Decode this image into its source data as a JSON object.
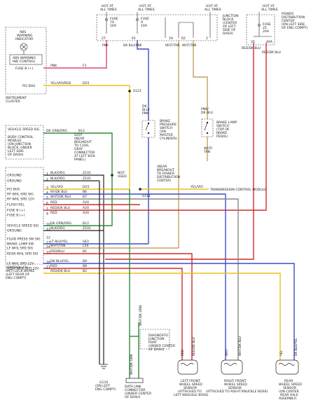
{
  "fuse_boxes": {
    "junction": {
      "hot1": [
        "HOT AT",
        "ALL TIMES"
      ],
      "hot2": [
        "HOT AT",
        "ALL TIMES"
      ],
      "hot3": [
        "HOT AT",
        "ALL TIMES"
      ],
      "label": [
        "JUNCTION",
        "BLOCK",
        "(CENTER",
        "OF LEFT",
        "SIDE OF",
        "DASH)"
      ],
      "fuse_a": [
        "FUSE",
        "7A",
        "10A"
      ],
      "fuse_b": [
        "FUSE",
        "9",
        "10A"
      ],
      "pins": [
        "27",
        "61",
        "19",
        "62",
        "2"
      ]
    },
    "pdc": {
      "hot": [
        "HOT AT",
        "ALL TIMES"
      ],
      "label": [
        "POWER",
        "DISTRIBUTION",
        "CENTER",
        "(ON LEFT SIDE",
        "OF ENG COMPT)"
      ],
      "fuse": [
        "FUSE",
        "25",
        "20A"
      ],
      "pins": [
        "20",
        "40A"
      ]
    }
  },
  "cluster": {
    "abs_label": [
      "ABS",
      "WARNING",
      "INDICATOR"
    ],
    "warn_ctrl": [
      "ABS WARNING",
      "IND CONTROL"
    ],
    "fuse_b": "FUSE B (+)",
    "pci_bus": "PCI BUS",
    "name": [
      "INSTRUMENT",
      "CLUSTER"
    ]
  },
  "bcm": {
    "vss": "VEHICLE SPEED SIG",
    "name": [
      "BODY CONTROL",
      "MODULE",
      "(ON JUNCTION",
      "BLOCK, UNDER",
      "LEFT SIDE",
      "OF DASH)"
    ]
  },
  "cab": {
    "pins": [
      {
        "label": "GROUND",
        "pin": "1"
      },
      {
        "label": "GROUND",
        "pin": "2"
      },
      {
        "label": "PCI BUS",
        "pin": "3"
      },
      {
        "label": "RF WHL SPD SIG",
        "pin": "4"
      },
      {
        "label": "RF WHL SPD 12V",
        "pin": "5"
      },
      {
        "label": "FLASH REL",
        "pin": "6"
      },
      {
        "label": "FUSE B (+)",
        "pin": "7"
      },
      {
        "label": "FUSE B (+)",
        "pin": "8"
      },
      {
        "label": "VEHICLE SPEED SIG",
        "pin": "10"
      },
      {
        "label": "GROUND",
        "pin": "11"
      },
      {
        "label": "FLUID PRESS SW SIG",
        "pin": "12"
      },
      {
        "label": "BRAKE LAMP SW",
        "pin": "13"
      },
      {
        "label": "LF WHL SPD SIG",
        "pin": "14"
      },
      {
        "label": "REAR WHL SPD SIG",
        "pin": "15"
      },
      {
        "label": "LF WHL SPD 12V",
        "pin": "16"
      },
      {
        "label": "REAR WHL SPD 12V",
        "pin": "17"
      }
    ],
    "name": [
      "CONTROLLER",
      "ANTI-LOCK BRAKE",
      "(LEFT REAR OF",
      "ENG COMPT)"
    ]
  },
  "wires": [
    {
      "color": "PNK",
      "circuit": "F1"
    },
    {
      "color": "YEL/VIO/RED",
      "circuit": "D25"
    },
    {
      "color": "DK GRN/ORG",
      "circuit": "B12"
    },
    {
      "color": "BLK/ORG",
      "circuit": "Z101"
    },
    {
      "color": "BLK/ORG",
      "circuit": "Z101"
    },
    {
      "color": "YEL/VIO",
      "circuit": "D25"
    },
    {
      "color": "RF/DK BLU",
      "circuit": "B6"
    },
    {
      "color": "WHT/DK BLU",
      "circuit": "B7"
    },
    {
      "color": "RED",
      "circuit": "A20"
    },
    {
      "color": "RED/DK BLU",
      "circuit": "A20"
    },
    {
      "color": "RED",
      "circuit": "A20"
    },
    {
      "color": "DK GRN/ORG",
      "circuit": "B12"
    },
    {
      "color": "BLK/ORG",
      "circuit": "Z101"
    },
    {
      "color": "LT BLU/YEL",
      "circuit": "S43"
    },
    {
      "color": "WHT/TAN",
      "circuit": "L50"
    },
    {
      "color": "RED/BLU",
      "circuit": "B1"
    },
    {
      "color": "DK BLU/YEL",
      "circuit": "B9"
    },
    {
      "color": "RED",
      "circuit": "B8"
    },
    {
      "color": "RED/DK BLU",
      "circuit": "B2"
    }
  ],
  "junction_labels": {
    "s207": [
      "S207",
      "(NEAR",
      "BREAKOUT",
      "TO C100,",
      "GRAY",
      "CONNECTOR",
      "AT LEFT KICK",
      "PANEL)"
    ],
    "s112": "S112",
    "s112_note": [
      "(NEAR",
      "BREAKOUT",
      "TO POWER",
      "DISTRIBUTION",
      "CENTER)"
    ],
    "s123": "S123",
    "not_used": [
      "NOT",
      "USED"
    ],
    "tcm": "TRANSMISSION CONTROL MODULE",
    "tcm_wire": "YEL/VIO",
    "diag": [
      "DIAGNOSTIC",
      "JUNCTION",
      "PORT",
      "(UNDER CENTER",
      "OF DASH)"
    ],
    "dlc": [
      "DATA LINK",
      "CONNECTOR",
      "(UNDER CENTER",
      "OF DASH)"
    ],
    "g110": [
      "G110",
      "(ON LEFT",
      "ENG COMPT)"
    ]
  },
  "switches": {
    "brake_pressure": [
      "BRAKE",
      "PRESSURE",
      "SWITCH",
      "(ON",
      "MASTER",
      "CYLINDER)"
    ],
    "brake_lamp": [
      "BRAKE LAMP",
      "SWITCH",
      "(TOP OF",
      "BRAKE",
      "PEDAL)"
    ],
    "bps_wire": [
      "DK",
      "BLU/",
      "PNK"
    ],
    "bls_wire": [
      "PNK/",
      "DK BLU"
    ],
    "bls_wire2": [
      "WHT/",
      "TAN"
    ]
  },
  "sensors": {
    "lf": [
      "LEFT FRONT",
      "WHEEL SPEED",
      "SENSOR",
      "(ATTACHED TO",
      "LEFT KNUCKLE BOSS)"
    ],
    "rf": [
      "RIGHT FRONT",
      "WHEEL SPEED",
      "SENSOR",
      "(ATTACHED TO RIGHT KNUCKLE BOSS)"
    ],
    "rear": [
      "REAR",
      "WHEEL SPEED",
      "SENSOR",
      "(ON CENTER",
      "REAR AXLE",
      "ASSEMBLY)"
    ]
  },
  "vertical_wire_labels": {
    "lf_a": "RED",
    "lf_b": "RED/DK BLU",
    "rf_a": "WHT",
    "rf_b": "WHT/DK BLU",
    "rear_a": "YEL",
    "rear_b": "DK BLU/YEL",
    "dlc_a": "WHT/DK GRN",
    "dlc_b": "WHT/DK GRN",
    "pdc_a": "RED/DK BLU",
    "pdc_b": "RED/DK BLU",
    "fuse_a": "PNK",
    "fuse_b": "DK BLU/PNK",
    "fuse_c": "WHT/TAN",
    "fuse_d": "WHT/TAN"
  },
  "colors": {
    "pnk": "#e0457a",
    "yel": "#e8c21a",
    "grn": "#2e8b3a",
    "blu": "#3a4fc8",
    "red": "#d22b2b",
    "wht": "#888888",
    "vio": "#8e3fb0",
    "tan": "#c8a060",
    "org": "#e58a2b",
    "blk": "#222222"
  }
}
